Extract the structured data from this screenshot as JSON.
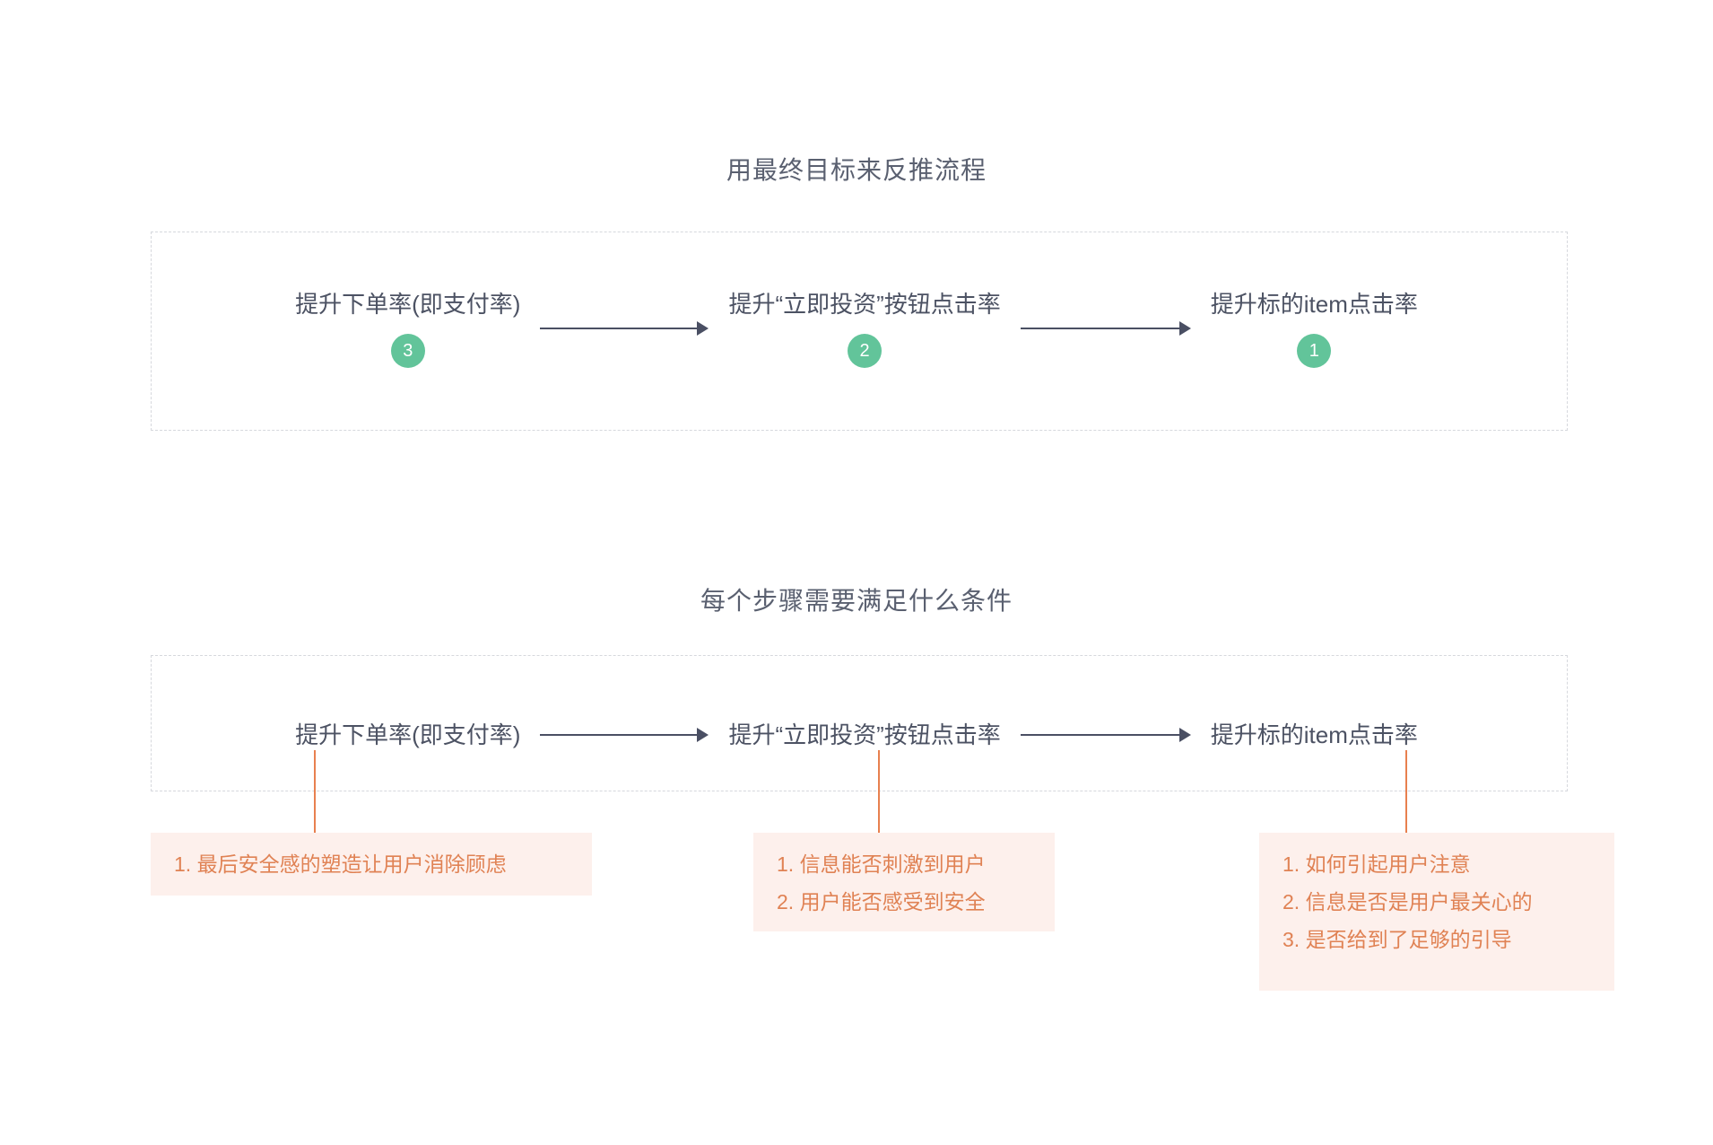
{
  "page": {
    "background": "#ffffff",
    "text_color": "#4c5263",
    "title_color": "#5a6070",
    "badge_color": "#62c49a",
    "connector_color": "#e8804f",
    "condition_bg": "#fdf0ec",
    "condition_text": "#e08254",
    "arrow_color": "#4a4f63",
    "dashed_border_color": "#d6d8dd"
  },
  "sections": [
    {
      "title": "用最终目标来反推流程",
      "nodes": [
        {
          "label": "提升下单率(即支付率)",
          "badge": "3"
        },
        {
          "label": "提升“立即投资”按钮点击率",
          "badge": "2"
        },
        {
          "label": "提升标的item点击率",
          "badge": "1"
        }
      ]
    },
    {
      "title": "每个步骤需要满足什么条件",
      "nodes": [
        {
          "label": "提升下单率(即支付率)"
        },
        {
          "label": "提升“立即投资”按钮点击率"
        },
        {
          "label": "提升标的item点击率"
        }
      ],
      "conditions": [
        {
          "items": [
            "1. 最后安全感的塑造让用户消除顾虑"
          ]
        },
        {
          "items": [
            "1. 信息能否刺激到用户",
            "2. 用户能否感受到安全"
          ]
        },
        {
          "items": [
            "1. 如何引起用户注意",
            "2. 信息是否是用户最关心的",
            "3. 是否给到了足够的引导"
          ]
        }
      ]
    }
  ]
}
